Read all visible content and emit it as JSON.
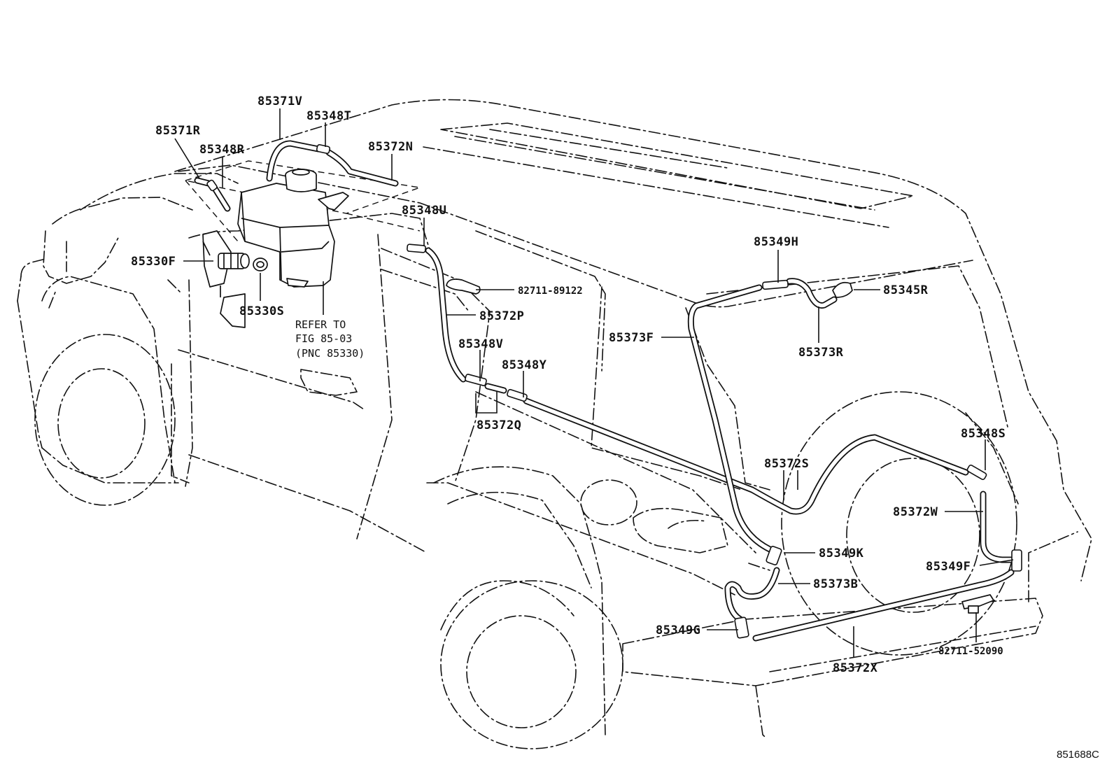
{
  "labels": {
    "p85371V": "85371V",
    "p85348T": "85348T",
    "p85371R": "85371R",
    "p85348R": "85348R",
    "p85372N": "85372N",
    "p85348U": "85348U",
    "p85330F": "85330F",
    "p85330S": "85330S",
    "p82711_89122": "82711-89122",
    "p85372P": "85372P",
    "p85348V": "85348V",
    "p85348Y": "85348Y",
    "p85373F": "85373F",
    "p85372Q": "85372Q",
    "p85349H": "85349H",
    "p85345R": "85345R",
    "p85373R": "85373R",
    "p85372S": "85372S",
    "p85348S": "85348S",
    "p85372W": "85372W",
    "p85349K": "85349K",
    "p85349F": "85349F",
    "p85373B": "85373B",
    "p85349G": "85349G",
    "p82711_52090": "82711-52090",
    "p85372X": "85372X"
  },
  "reference_note": {
    "line1": "REFER TO",
    "line2": "FIG 85-03",
    "line3": "(PNC 85330)"
  },
  "figure_code": "851688C"
}
